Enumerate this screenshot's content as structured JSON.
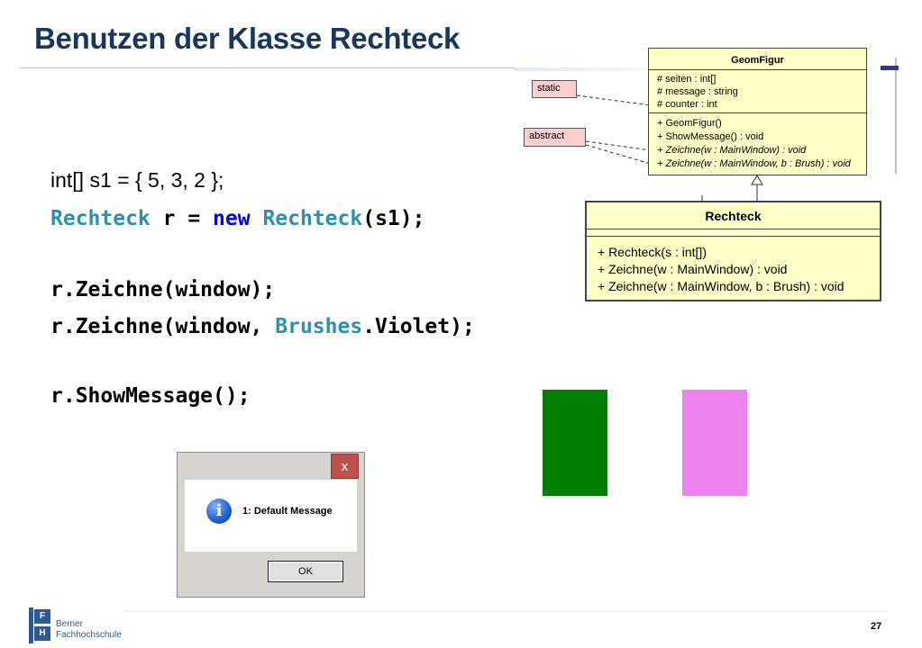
{
  "slide": {
    "title": "Benutzen der Klasse Rechteck",
    "page_number": "27"
  },
  "code": {
    "line1": "int[] s1 = { 5, 3, 2 };",
    "line2": {
      "type": "Rechteck",
      "mid": " r = ",
      "kw_new": "new",
      "space": " ",
      "ctor": "Rechteck",
      "rest": "(s1);"
    },
    "line3": "r.Zeichne(window);",
    "line4": {
      "prefix": "r.Zeichne(window, ",
      "type": "Brushes",
      "rest": ".Violet);"
    },
    "line5": "r.ShowMessage();"
  },
  "uml": {
    "geomfigur": {
      "name": "GeomFigur",
      "attributes": [
        "# seiten : int[]",
        "# message : string",
        "# counter : int"
      ],
      "methods": [
        "+ GeomFigur()",
        "+ ShowMessage() : void",
        "+ Zeichne(w : MainWindow) : void",
        "+ Zeichne(w : MainWindow, b : Brush) : void"
      ]
    },
    "rechteck": {
      "name": "Rechteck",
      "methods": [
        "+ Rechteck(s : int[])",
        "+ Zeichne(w : MainWindow) : void",
        "+ Zeichne(w : MainWindow, b : Brush) : void"
      ]
    },
    "notes": {
      "static": "static",
      "abstract": "abstract"
    }
  },
  "shapes": {
    "green_color": "#008000",
    "violet_color": "#ee82ee"
  },
  "dialog": {
    "close_label": "x",
    "icon_glyph": "i",
    "message": "1: Default Message",
    "ok_label": "OK"
  },
  "logo": {
    "letter_f": "F",
    "letter_h": "H",
    "line1": "Berner",
    "line2": "Fachhochschule"
  }
}
